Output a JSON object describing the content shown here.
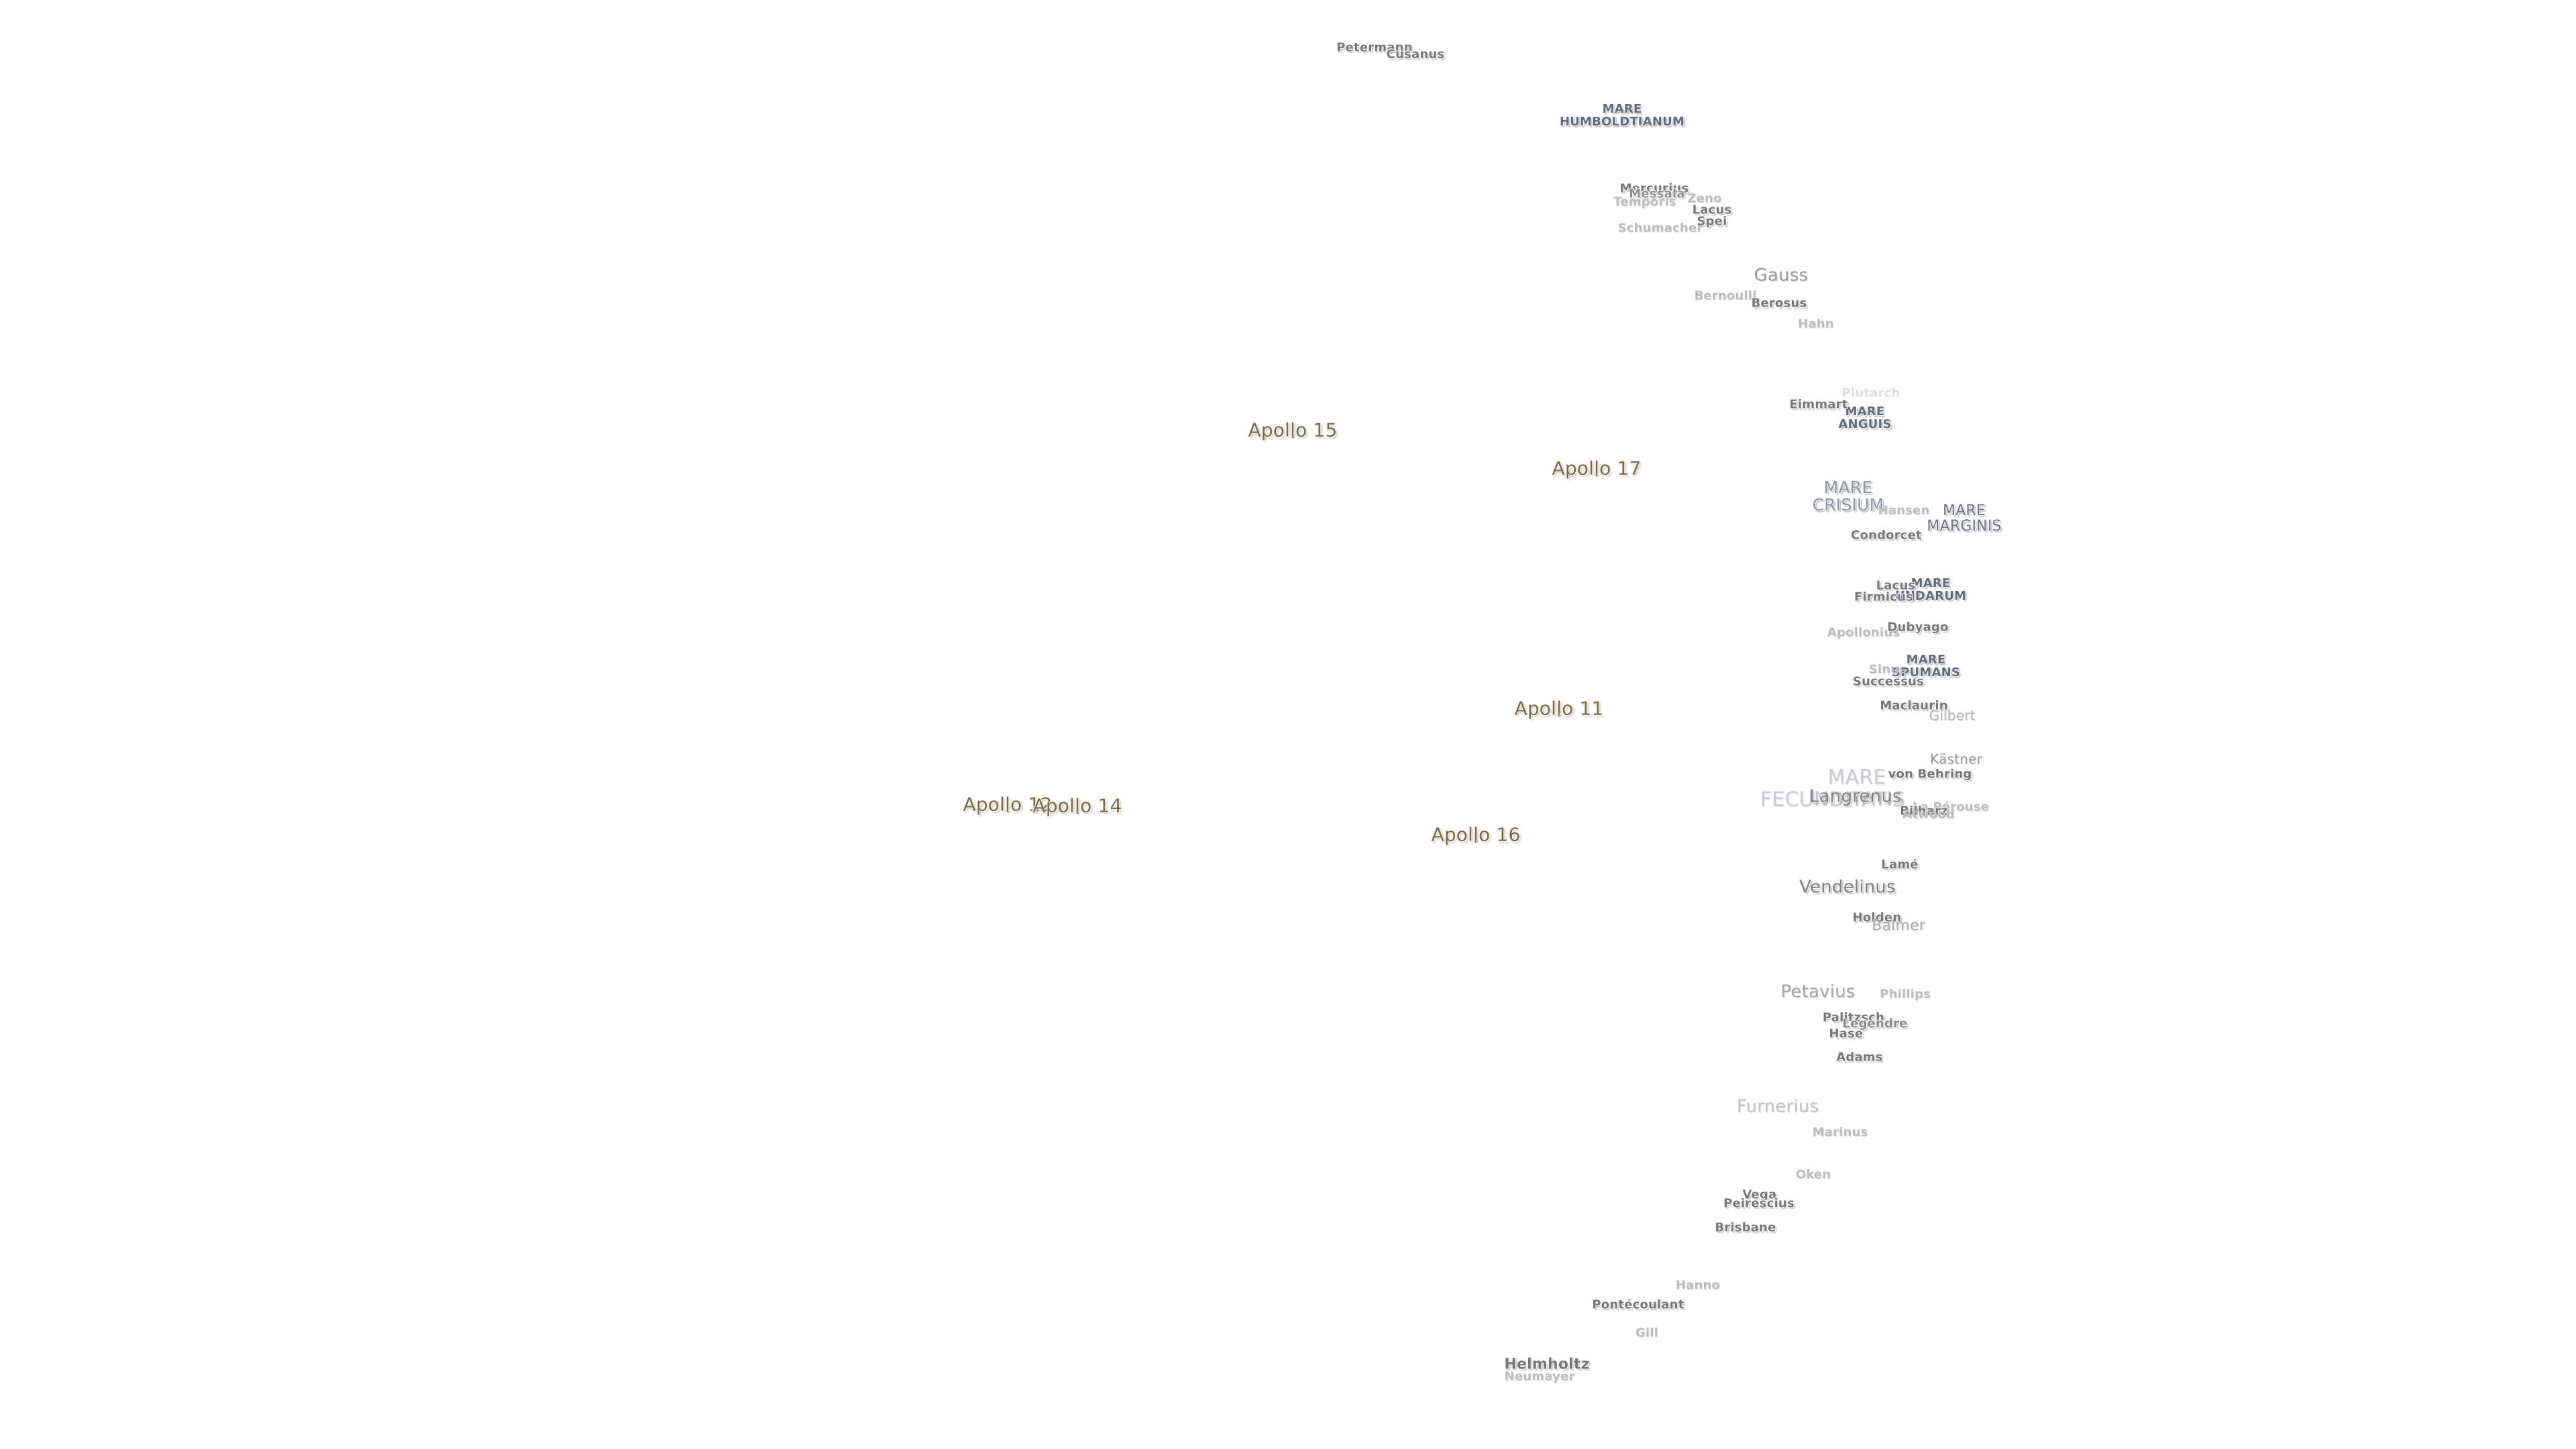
{
  "apollo_sites": [
    {
      "id": "apollo-15",
      "label": "Apollo 15"
    },
    {
      "id": "apollo-17",
      "label": "Apollo 17"
    },
    {
      "id": "apollo-11",
      "label": "Apollo 11"
    },
    {
      "id": "apollo-12",
      "label": "Apollo 12"
    },
    {
      "id": "apollo-14",
      "label": "Apollo 14"
    },
    {
      "id": "apollo-16",
      "label": "Apollo 16"
    }
  ],
  "maria": {
    "humboldtianum": "MARE\nHUMBOLDTIANUM",
    "anguis": "MARE\nANGUIS",
    "crisium": "MARE\nCRISIUM",
    "marginis": "MARE\nMARGINIS",
    "undarum": "MARE\nUNDARUM",
    "spumans": "MARE\nSPUMANS",
    "fecunditatis_top": "MARE",
    "fecunditatis_bottom": "FECUNDITATIS"
  },
  "features": {
    "petermann": "Petermann",
    "cusanus": "Cusanus",
    "mercurius": "Mercurius",
    "messala": "Messala",
    "zeno": "Zeno",
    "lacus_temporis": "Temporis",
    "lacus_spei_1": "Lacus",
    "lacus_spei_2": "Spei",
    "schumacher": "Schumacher",
    "gauss": "Gauss",
    "bernoulli": "Bernoulli",
    "berosus": "Berosus",
    "hahn": "Hahn",
    "plutarch": "Plutarch",
    "eimmart": "Eimmart",
    "hansen": "Hansen",
    "condorcet": "Condorcet",
    "lacus_perseverantiae": "Lacus",
    "firmicus": "Firmicus",
    "apollonius": "Apollonius",
    "dubyago": "Dubyago",
    "sinus": "Sinus",
    "successus": "Successus",
    "maclaurin": "Maclaurin",
    "gilbert": "Gilbert",
    "kastner": "Kästner",
    "von_behring": "von Behring",
    "langrenus": "Langrenus",
    "la_perouse": "La Pérouse",
    "bilharz": "Bilharz",
    "atwood": "Atwood",
    "lame": "Lamé",
    "vendelinus": "Vendelinus",
    "holden": "Holden",
    "balmer": "Balmer",
    "petavius": "Petavius",
    "phillips": "Phillips",
    "palitzsch": "Palitzsch",
    "legendre": "Legendre",
    "hase": "Hase",
    "adams": "Adams",
    "furnerius": "Furnerius",
    "marinus": "Marinus",
    "oken": "Oken",
    "vega": "Vega",
    "peirescius": "Peirescius",
    "brisbane": "Brisbane",
    "hanno": "Hanno",
    "pontecoulant": "Pontécoulant",
    "gill": "Gill",
    "helmholtz": "Helmholtz",
    "neumayer": "Neumayer"
  },
  "colors": {
    "background": "#ffffff",
    "apollo_label": "#7a6a4a",
    "mare_label": "#5f6c80",
    "crater_label": "#777777"
  }
}
